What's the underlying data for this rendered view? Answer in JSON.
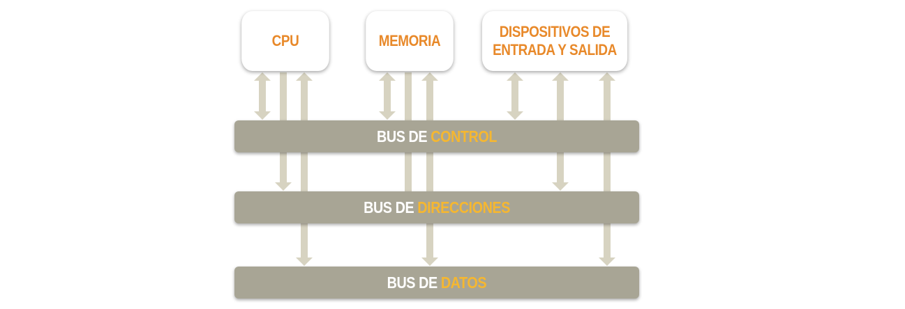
{
  "boxes": {
    "cpu": "CPU",
    "memoria": "MEMORIA",
    "io_line1": "DISPOSITIVOS DE",
    "io_line2": "ENTRADA Y SALIDA"
  },
  "buses": {
    "control_prefix": "BUS DE ",
    "control_highlight": "CONTROL",
    "direcciones_prefix": "BUS DE ",
    "direcciones_highlight": "DIRECCIONES",
    "datos_prefix": "BUS DE ",
    "datos_highlight": "DATOS"
  },
  "colors": {
    "box_text": "#e8892a",
    "bus_fill": "#a8a595",
    "bus_highlight": "#f5b731",
    "arrow": "#d7d3c1"
  }
}
